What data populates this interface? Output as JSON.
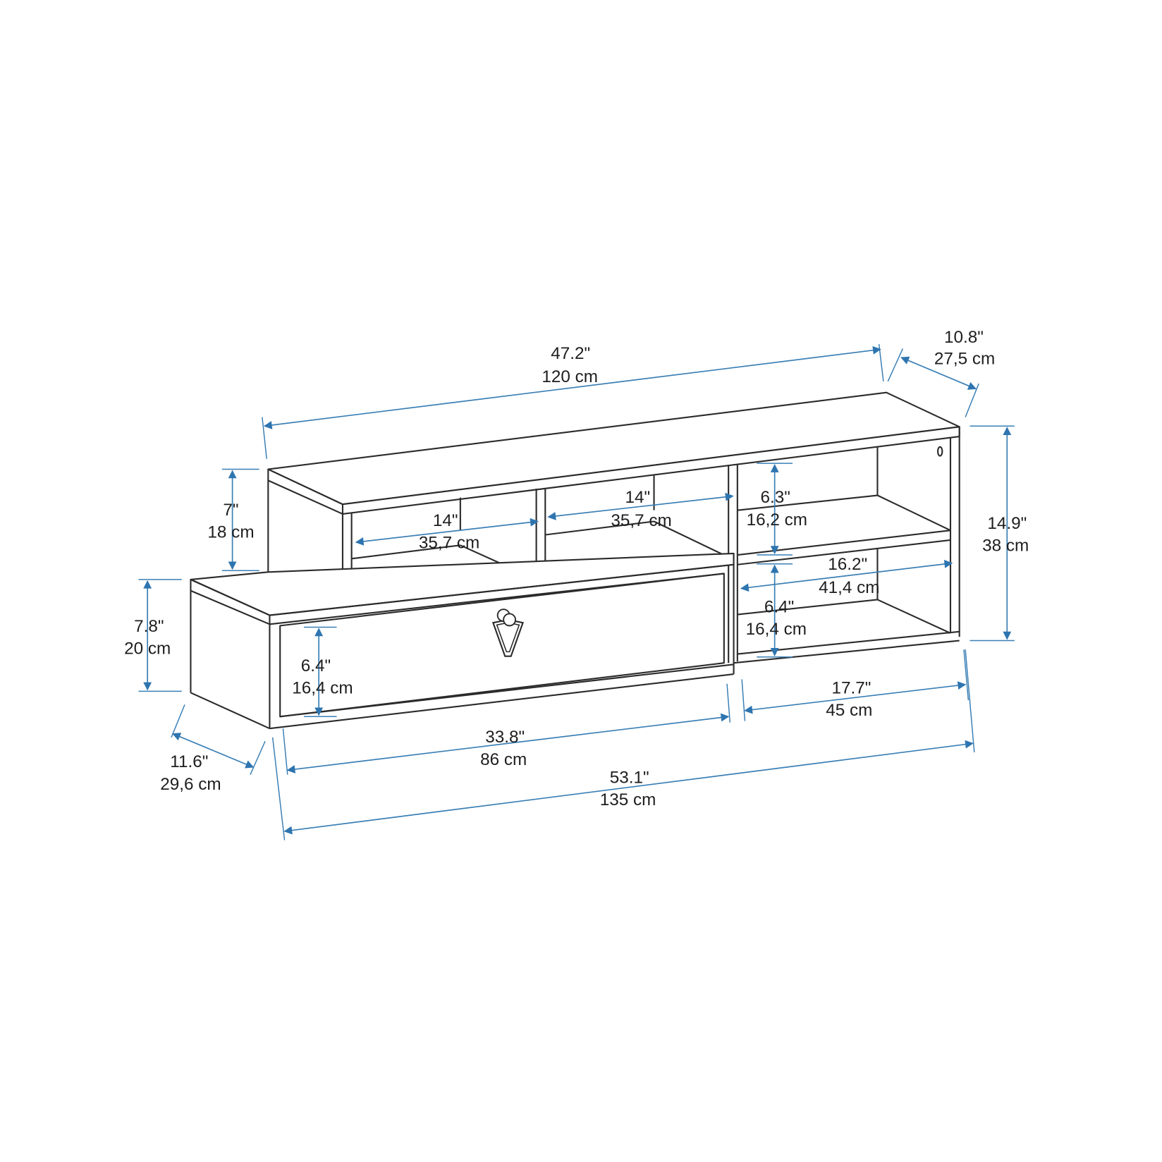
{
  "diagram": {
    "title": "Wall-mounted TV unit — dimensions",
    "accent_color": "#2e75b0",
    "line_color": "#2b2b2b",
    "dimensions": {
      "top_width": {
        "in": "47.2\"",
        "cm": "120 cm"
      },
      "top_depth": {
        "in": "10.8\"",
        "cm": "27,5 cm"
      },
      "upper_height": {
        "in": "7\"",
        "cm": "18 cm"
      },
      "lower_height": {
        "in": "7.8\"",
        "cm": "20 cm"
      },
      "shelf_left": {
        "in": "14\"",
        "cm": "35,7 cm"
      },
      "shelf_middle": {
        "in": "14\"",
        "cm": "35,7 cm"
      },
      "right_upper_h": {
        "in": "6.3\"",
        "cm": "16,2 cm"
      },
      "right_inner_w": {
        "in": "16.2\"",
        "cm": "41,4 cm"
      },
      "right_lower_h": {
        "in": "6.4\"",
        "cm": "16,4 cm"
      },
      "total_height": {
        "in": "14.9\"",
        "cm": "38 cm"
      },
      "drawer_h": {
        "in": "6.4\"",
        "cm": "16,4 cm"
      },
      "right_width": {
        "in": "17.7\"",
        "cm": "45 cm"
      },
      "drawer_width": {
        "in": "33.8\"",
        "cm": "86 cm"
      },
      "bottom_depth": {
        "in": "11.6\"",
        "cm": "29,6 cm"
      },
      "total_width": {
        "in": "53.1\"",
        "cm": "135 cm"
      }
    }
  }
}
